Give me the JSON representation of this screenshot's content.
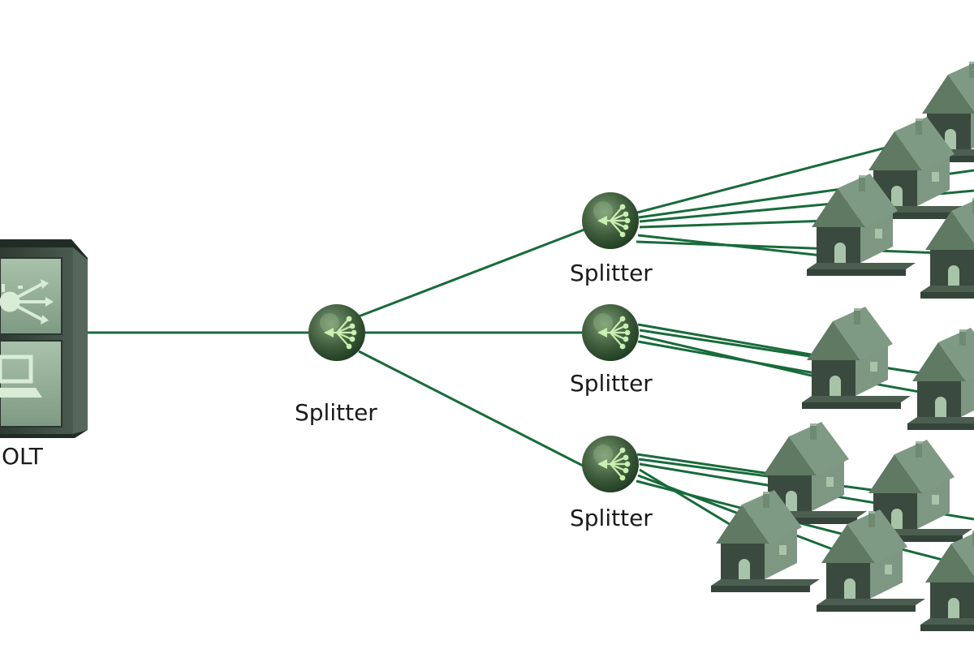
{
  "labels": {
    "olt": "OLT",
    "splitter_main": "Splitter",
    "splitter_top": "Splitter",
    "splitter_mid": "Splitter",
    "splitter_bottom": "Splitter"
  },
  "colors": {
    "fiber": "#176b3a",
    "splitter_dark": "#1f3a1f",
    "splitter_light": "#7a9a72",
    "splitter_accent": "#c8f0b0",
    "house_roof": "#6f8a72",
    "house_wall_dark": "#3a4a3e",
    "house_wall_light": "#7d9782",
    "house_base": "#4b5e50",
    "olt_body": "#3d4c42",
    "olt_panel": "#9cb5a0",
    "olt_icon": "#cfe3cf"
  },
  "icons": {
    "olt": "olt-device-icon",
    "splitter": "optical-splitter-icon",
    "house": "house-icon"
  }
}
